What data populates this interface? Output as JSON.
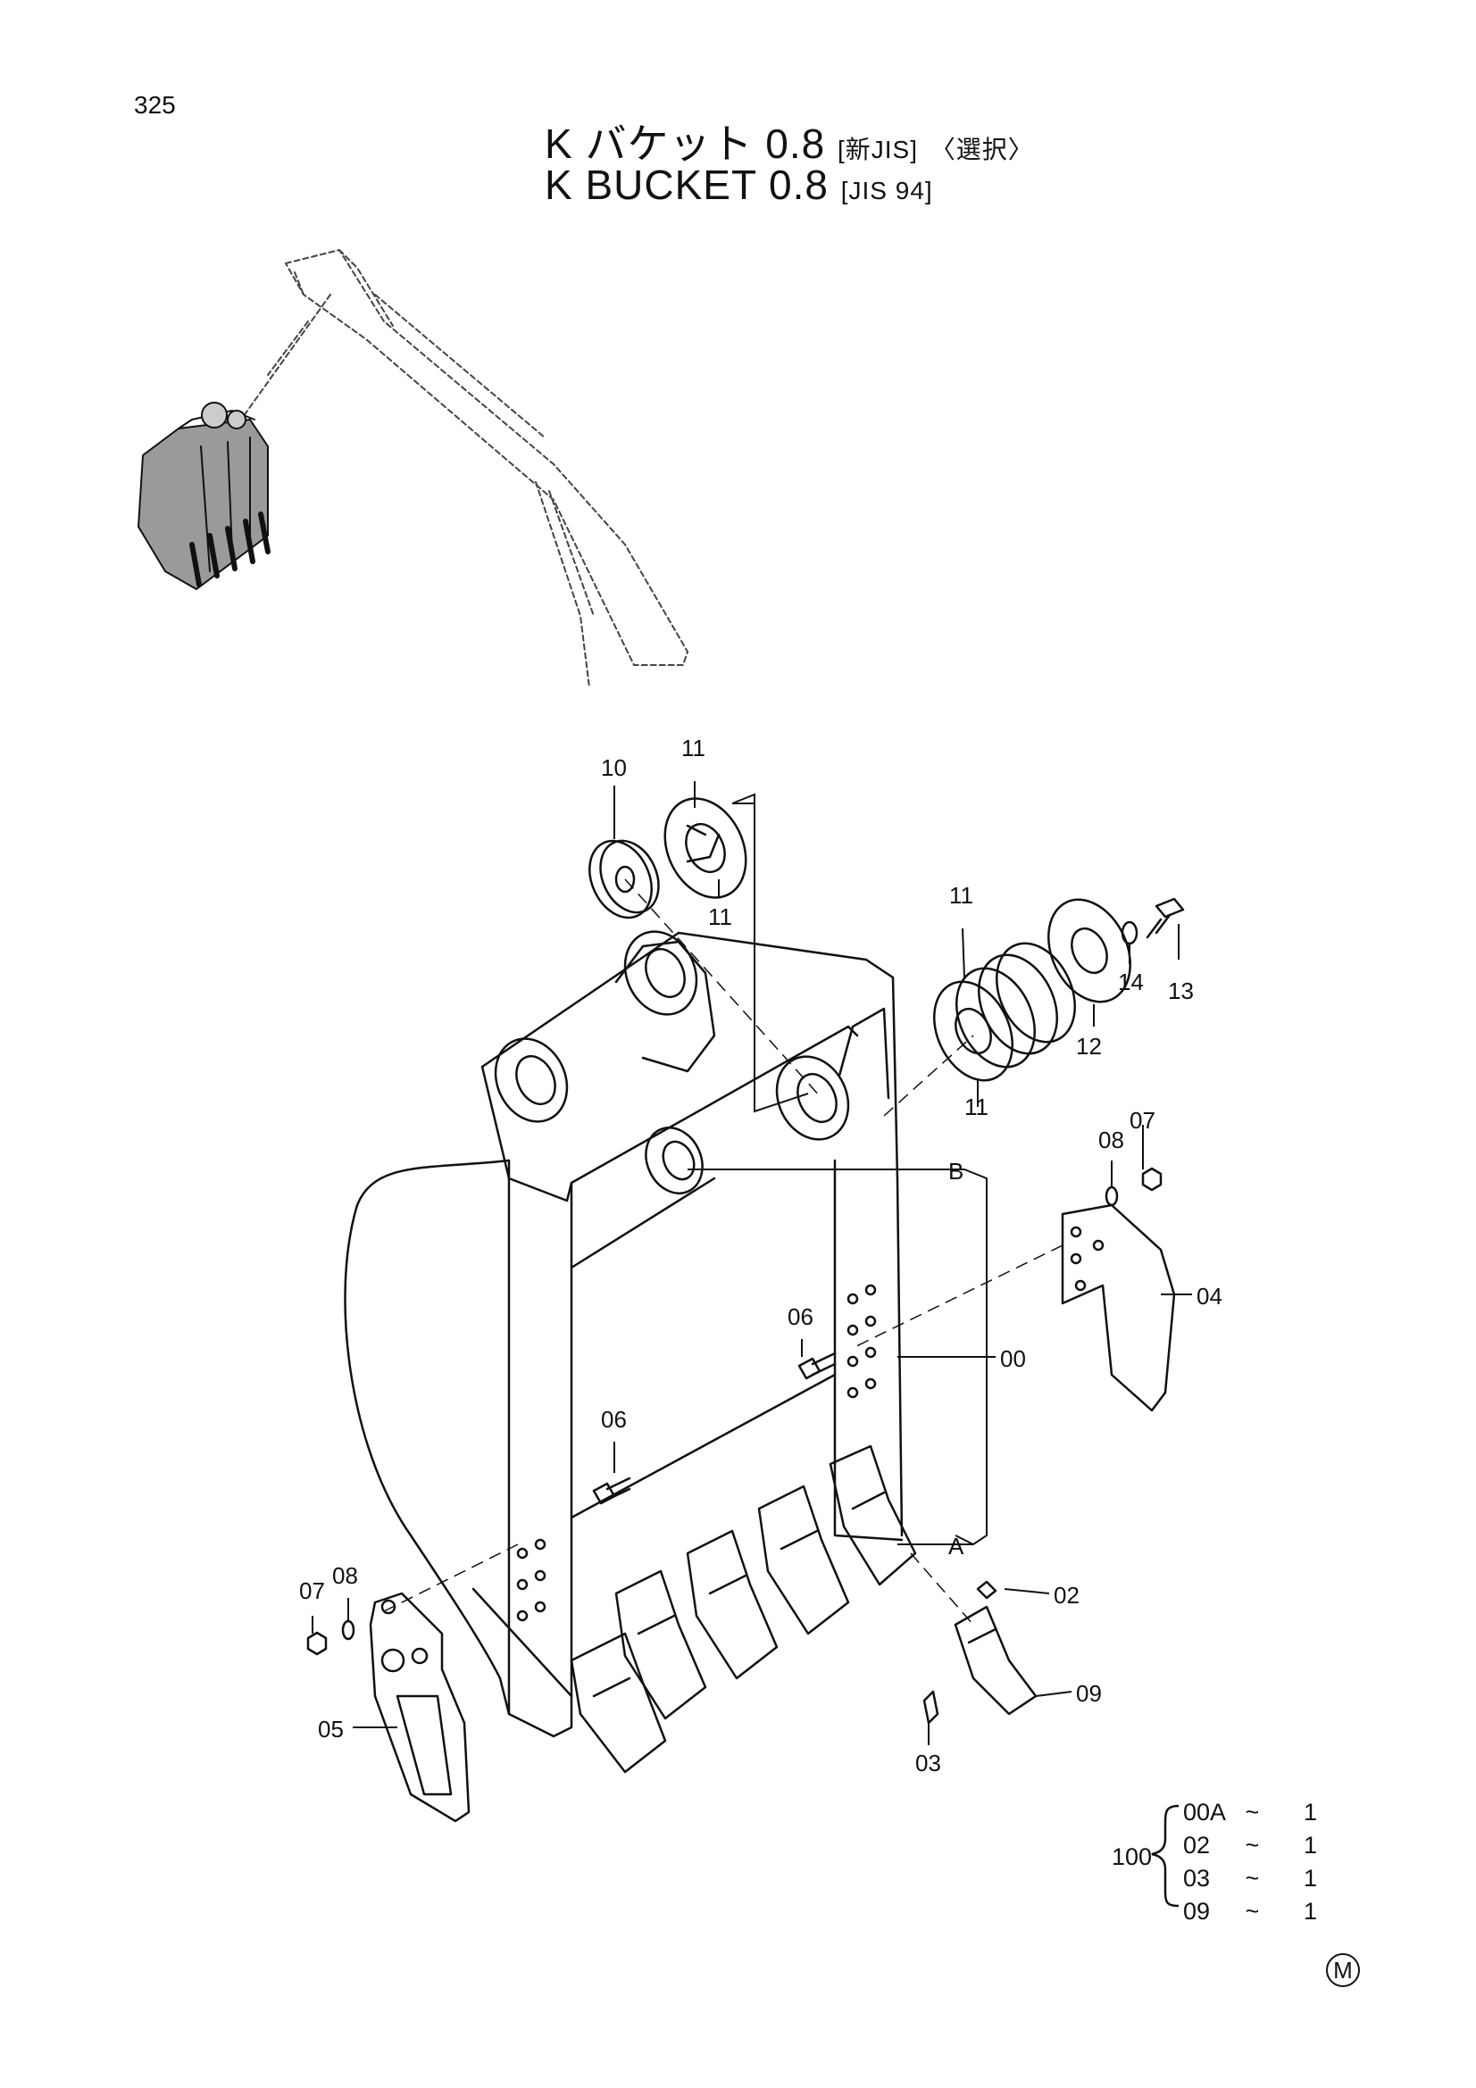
{
  "page": {
    "number": "325"
  },
  "title": {
    "jp_main": "K バケット 0.8",
    "jp_std": "[新JIS]",
    "jp_option": "〈選択〉",
    "en_main": "K BUCKET 0.8",
    "en_std": "[JIS 94]"
  },
  "callouts": {
    "c10": "10",
    "c11a": "11",
    "c11b": "11",
    "c11c": "11",
    "c11d": "11",
    "c12": "12",
    "c13": "13",
    "c14": "14",
    "c07a": "07",
    "c08a": "08",
    "c04": "04",
    "c06a": "06",
    "c00": "00",
    "c06b": "06",
    "cB": "B",
    "cA": "A",
    "c02": "02",
    "c09": "09",
    "c03": "03",
    "c07b": "07",
    "c08b": "08",
    "c05": "05"
  },
  "kit": {
    "id": "100",
    "rows": [
      {
        "code": "00A",
        "sep": "~",
        "qty": "1"
      },
      {
        "code": "02",
        "sep": "~",
        "qty": "1"
      },
      {
        "code": "03",
        "sep": "~",
        "qty": "1"
      },
      {
        "code": "09",
        "sep": "~",
        "qty": "1"
      }
    ]
  },
  "mark": "M"
}
